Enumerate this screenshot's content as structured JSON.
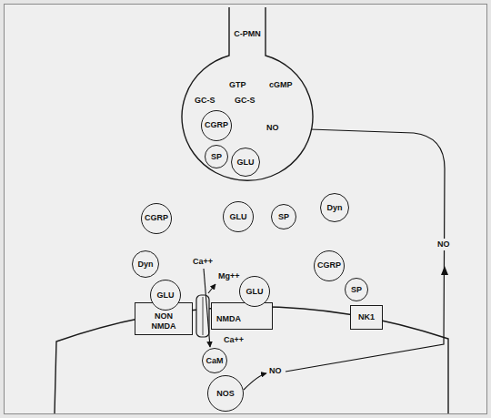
{
  "diagram": {
    "nodes": [
      {
        "text": [
          "C-PMN"
        ]
      },
      {
        "text": [
          "CGRP"
        ],
        "in": 0
      },
      {
        "text": [
          "SP"
        ],
        "in": 0
      },
      {
        "text": [
          "GLU"
        ],
        "in": 0
      },
      {
        "text": [
          "CGRP"
        ]
      },
      {
        "text": [
          "GLU"
        ]
      },
      {
        "text": [
          "SP"
        ]
      },
      {
        "text": [
          "Dyn"
        ]
      },
      {
        "text": [
          "Dyn"
        ]
      },
      {
        "text": [
          "CGRP"
        ]
      },
      {
        "text": [
          "SP"
        ]
      },
      {
        "text": [
          "GLU"
        ]
      },
      {
        "text": [
          "NON NMDA"
        ]
      },
      {
        "text": [
          "GLU"
        ]
      },
      {
        "text": [
          "NMDA"
        ]
      },
      {
        "text": [
          "NK1"
        ]
      },
      {
        "text": [
          "CaM"
        ]
      },
      {
        "text": [
          "NOS"
        ]
      }
    ],
    "labels": [
      "GTP",
      "cGMP",
      "GC-S",
      "GC-S",
      "NO",
      "Ca++",
      "Mg++",
      "NO",
      "Ca++",
      "NO"
    ]
  }
}
